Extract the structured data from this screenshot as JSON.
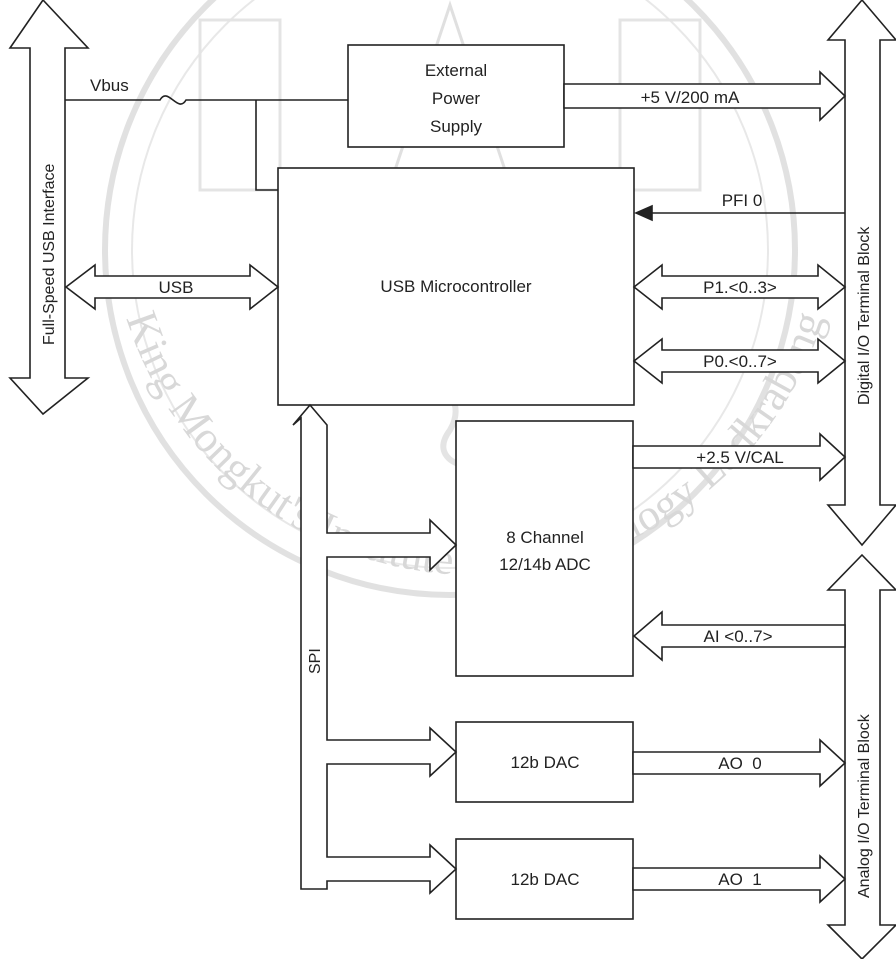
{
  "diagram": {
    "blocks": {
      "power": {
        "line1": "External",
        "line2": "Power",
        "line3": "Supply"
      },
      "mcu": {
        "label": "USB Microcontroller"
      },
      "adc": {
        "line1": "8 Channel",
        "line2": "12/14b ADC"
      },
      "dac0": {
        "label": "12b DAC"
      },
      "dac1": {
        "label": "12b DAC"
      }
    },
    "buses": {
      "usb_interface": "Full-Speed USB Interface",
      "digital_io": "Digital I/O Terminal Block",
      "analog_io": "Analog I/O Terminal Block"
    },
    "signals": {
      "vbus": "Vbus",
      "usb": "USB",
      "power_out": "+5 V/200 mA",
      "pfi0": "PFI 0",
      "p1": "P1.<0..3>",
      "p0": "P0.<0..7>",
      "cal": "+2.5 V/CAL",
      "ai": "AI <0..7>",
      "ao0": "AO  0",
      "ao1": "AO  1",
      "spi": "SPI"
    }
  },
  "watermark": {
    "institution": "King Mongkut's Institute of Technology Ladkrabang"
  }
}
